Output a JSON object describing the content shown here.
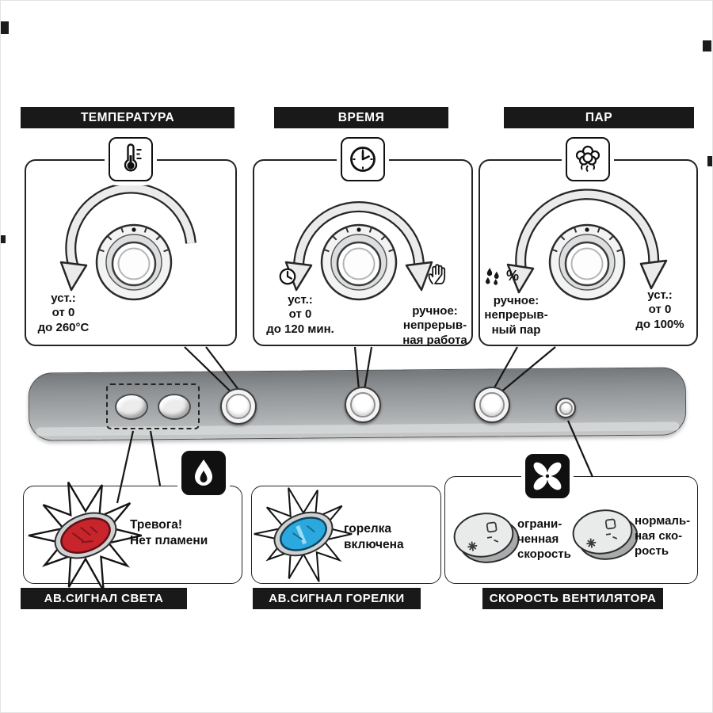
{
  "colors": {
    "label_bar_bg": "#191919",
    "label_bar_text": "#ffffff",
    "alarm_lamp_red": "#c8242b",
    "burner_lamp_blue": "#2ba8de",
    "control_strip_gray": "#9b9ea0"
  },
  "icons": {
    "temperature": "thermometer-icon",
    "time": "clock-icon",
    "steam": "steam-puff-icon",
    "burner": "flame-icon",
    "fan": "fan-icon",
    "time_set": "clock-small-icon",
    "time_manual": "hand-icon",
    "steam_manual": "droplets-icon"
  },
  "sections": {
    "temperature": {
      "title": "ТЕМПЕРАТУРА",
      "set_note": "уст.:\nот 0\nдо 260°C"
    },
    "time": {
      "title": "ВРЕМЯ",
      "set_note": "уст.:\nот 0\nдо 120 мин.",
      "manual_note": "ручное:\nнепрерыв-\nная работа"
    },
    "steam": {
      "title": "ПАР",
      "manual_note": "ручное:\nнепрерыв-\nный пар",
      "manual_symbol": "%",
      "set_note": "уст.:\nот 0\nдо 100%"
    },
    "light_alarm": {
      "title": "АВ.СИГНАЛ СВЕТА",
      "message": "Тревога!\nНет пламени"
    },
    "burner_alarm": {
      "title": "АВ.СИГНАЛ ГОРЕЛКИ",
      "message": "горелка\nвключена"
    },
    "fan_speed": {
      "title": "СКОРОСТЬ ВЕНТИЛЯТОРА",
      "limited_label": "ограни-\nченная\nскорость",
      "normal_label": "нормаль-\nная ско-\nрость"
    }
  }
}
